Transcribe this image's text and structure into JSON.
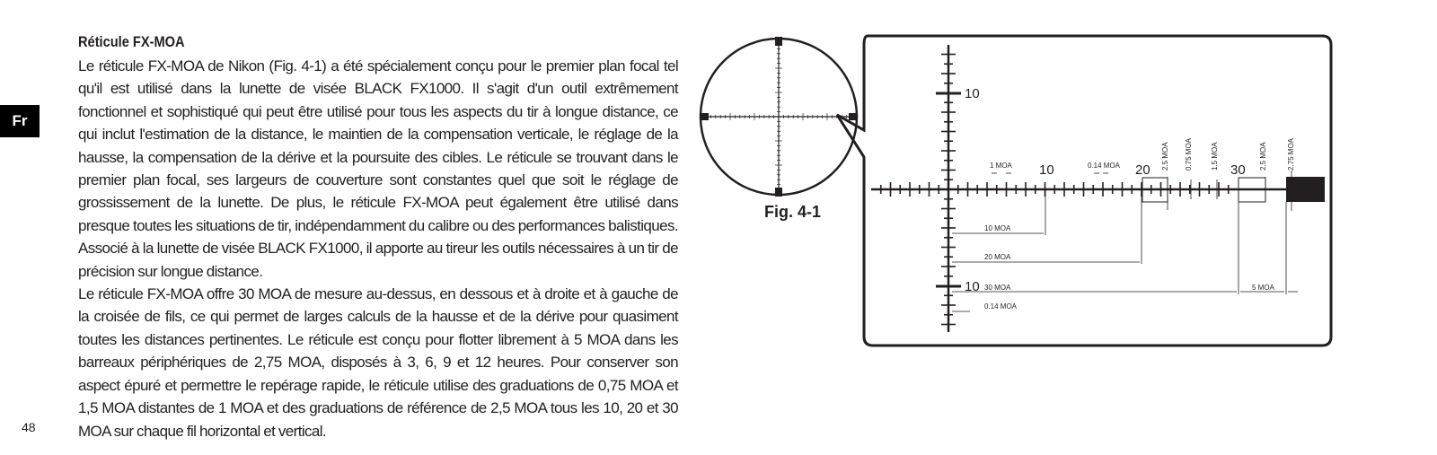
{
  "sidebar": {
    "lang_tab": "Fr"
  },
  "footer": {
    "page_number": "48"
  },
  "section": {
    "title": "Réticule FX-MOA",
    "paragraphs": [
      "Le réticule FX-MOA de Nikon (Fig. 4-1) a été spécialement conçu pour le premier plan focal tel qu'il est utilisé dans la lunette de visée BLACK FX1000. Il s'agit d'un outil extrêmement fonctionnel et sophistiqué qui peut être utilisé pour tous les aspects du tir à longue distance, ce qui inclut l'estimation de la distance, le maintien de la compensation verticale, le réglage de la hausse, la compensation de la dérive et la poursuite des cibles. Le réticule se trouvant dans le premier plan focal, ses largeurs de couverture sont constantes quel que soit le réglage de grossissement de la lunette. De plus, le réticule FX-MOA peut également être utilisé dans presque toutes les situations de tir, indépendamment du calibre ou des performances balistiques. Associé à la lunette de visée BLACK FX1000, il apporte au tireur les outils nécessaires à un tir de précision sur longue distance.",
      "Le réticule FX-MOA offre 30 MOA de mesure au-dessus, en dessous et à droite et à gauche de la croisée de fils, ce qui permet de larges calculs de la hausse et de la dérive pour quasiment toutes les distances pertinentes. Le réticule est conçu pour flotter librement à 5 MOA dans les barreaux périphériques de 2,75 MOA, disposés à 3, 6, 9 et 12 heures. Pour conserver son aspect épuré et permettre le repérage rapide, le réticule utilise des graduations de 0,75 MOA et 1,5 MOA distantes de 1 MOA et des graduations de référence de 2,5 MOA tous les 10, 20 et 30 MOA sur chaque fil horizontal et vertical."
    ]
  },
  "figure": {
    "caption": "Fig. 4-1",
    "axis_labels": {
      "h10": "10",
      "h20": "20",
      "h30": "30",
      "v10_top": "10",
      "v10_bottom": "10"
    },
    "annotations": {
      "moa_1": "1 MOA",
      "moa_014_top": "0.14 MOA",
      "moa_25_a": "2.5 MOA",
      "moa_075": "0.75 MOA",
      "moa_15": "1.5 MOA",
      "moa_25_b": "2.5 MOA",
      "moa_275": "2.75 MOA",
      "moa_10": "10 MOA",
      "moa_20": "20 MOA",
      "moa_30": "30 MOA",
      "moa_5": "5 MOA",
      "moa_014_bottom": "0.14 MOA"
    },
    "ink_color": "#231f20"
  }
}
